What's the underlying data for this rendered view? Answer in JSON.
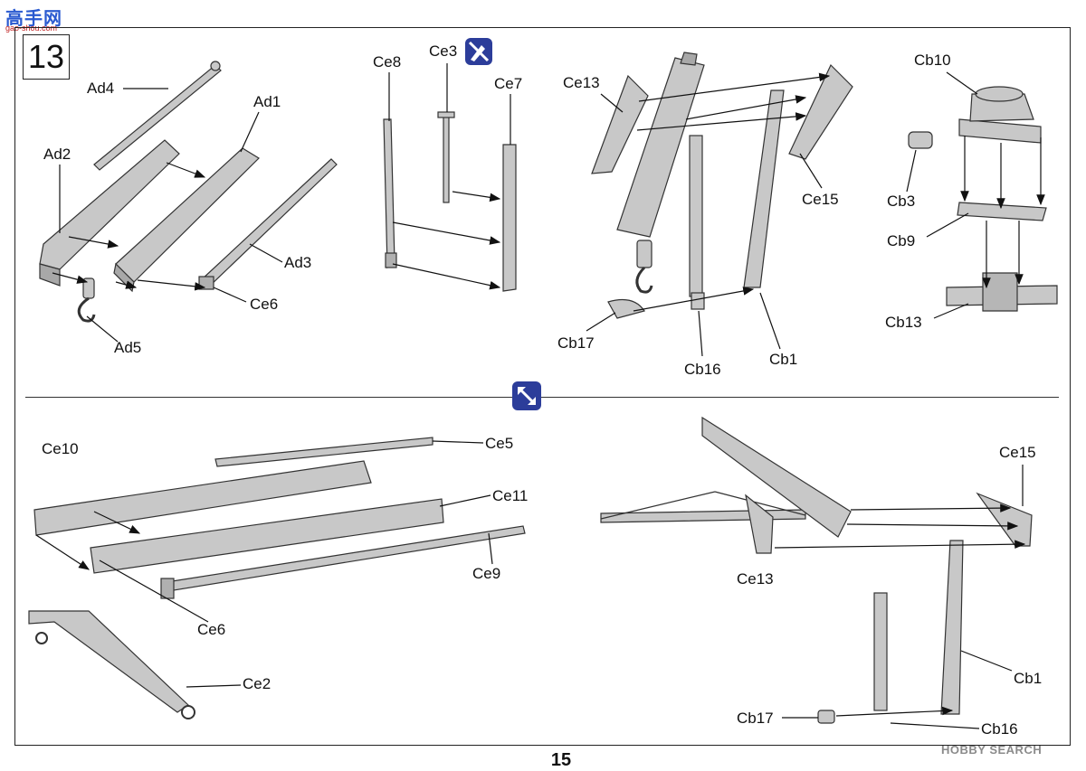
{
  "header": {
    "logo_text": "高手网",
    "logo_url": "gao-shou.com"
  },
  "step": {
    "number": "13"
  },
  "footer": {
    "page_number": "15",
    "watermark": "HOBBY SEARCH"
  },
  "part_labels": {
    "ad4": "Ad4",
    "ad1": "Ad1",
    "ad2": "Ad2",
    "ad3": "Ad3",
    "ad5": "Ad5",
    "ce6_top": "Ce6",
    "ce8": "Ce8",
    "ce3": "Ce3",
    "ce7": "Ce7",
    "ce13_top": "Ce13",
    "ce15_top": "Ce15",
    "cb17_top": "Cb17",
    "cb16_top": "Cb16",
    "cb1_top": "Cb1",
    "cb10": "Cb10",
    "cb3": "Cb3",
    "cb9": "Cb9",
    "cb13": "Cb13",
    "ce10": "Ce10",
    "ce5": "Ce5",
    "ce11": "Ce11",
    "ce9": "Ce9",
    "ce6_bottom": "Ce6",
    "ce2": "Ce2",
    "ce15_bottom": "Ce15",
    "ce13_bottom": "Ce13",
    "cb1_bottom": "Cb1",
    "cb17_bottom": "Cb17",
    "cb16_bottom": "Cb16"
  },
  "icons": {
    "no_glue": "no-glue-icon",
    "rotate": "rotate-view-icon"
  },
  "colors": {
    "part_fill": "#c8c8c8",
    "line": "#333333",
    "badge": "#2c3d9a"
  }
}
